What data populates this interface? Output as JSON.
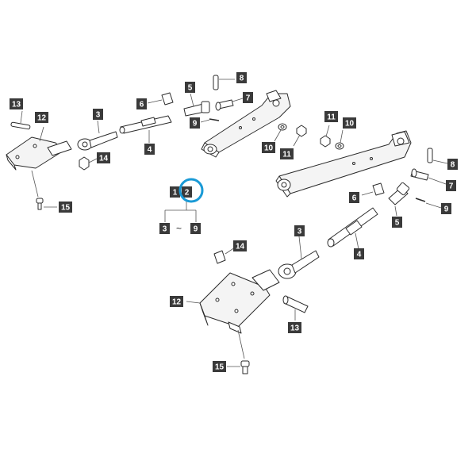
{
  "labels": {
    "n13a": "13",
    "n12a": "12",
    "n3a": "3",
    "n6a": "6",
    "n5a": "5",
    "n8a": "8",
    "n7a": "7",
    "n9a": "9",
    "n4a": "4",
    "n14a": "14",
    "n15a": "15",
    "n10a": "10",
    "n11a": "11",
    "n11b": "11",
    "n10b": "10",
    "n8b": "8",
    "n7b": "7",
    "n6b": "6",
    "n9b": "9",
    "n5b": "5",
    "n3b": "3",
    "n4b": "4",
    "n1": "1",
    "n2": "2",
    "n3c": "3",
    "n9c": "9",
    "n14b": "14",
    "n12b": "12",
    "n13b": "13",
    "n15b": "15"
  },
  "range_symbol": "~",
  "highlight_color": "#1a9ad6"
}
